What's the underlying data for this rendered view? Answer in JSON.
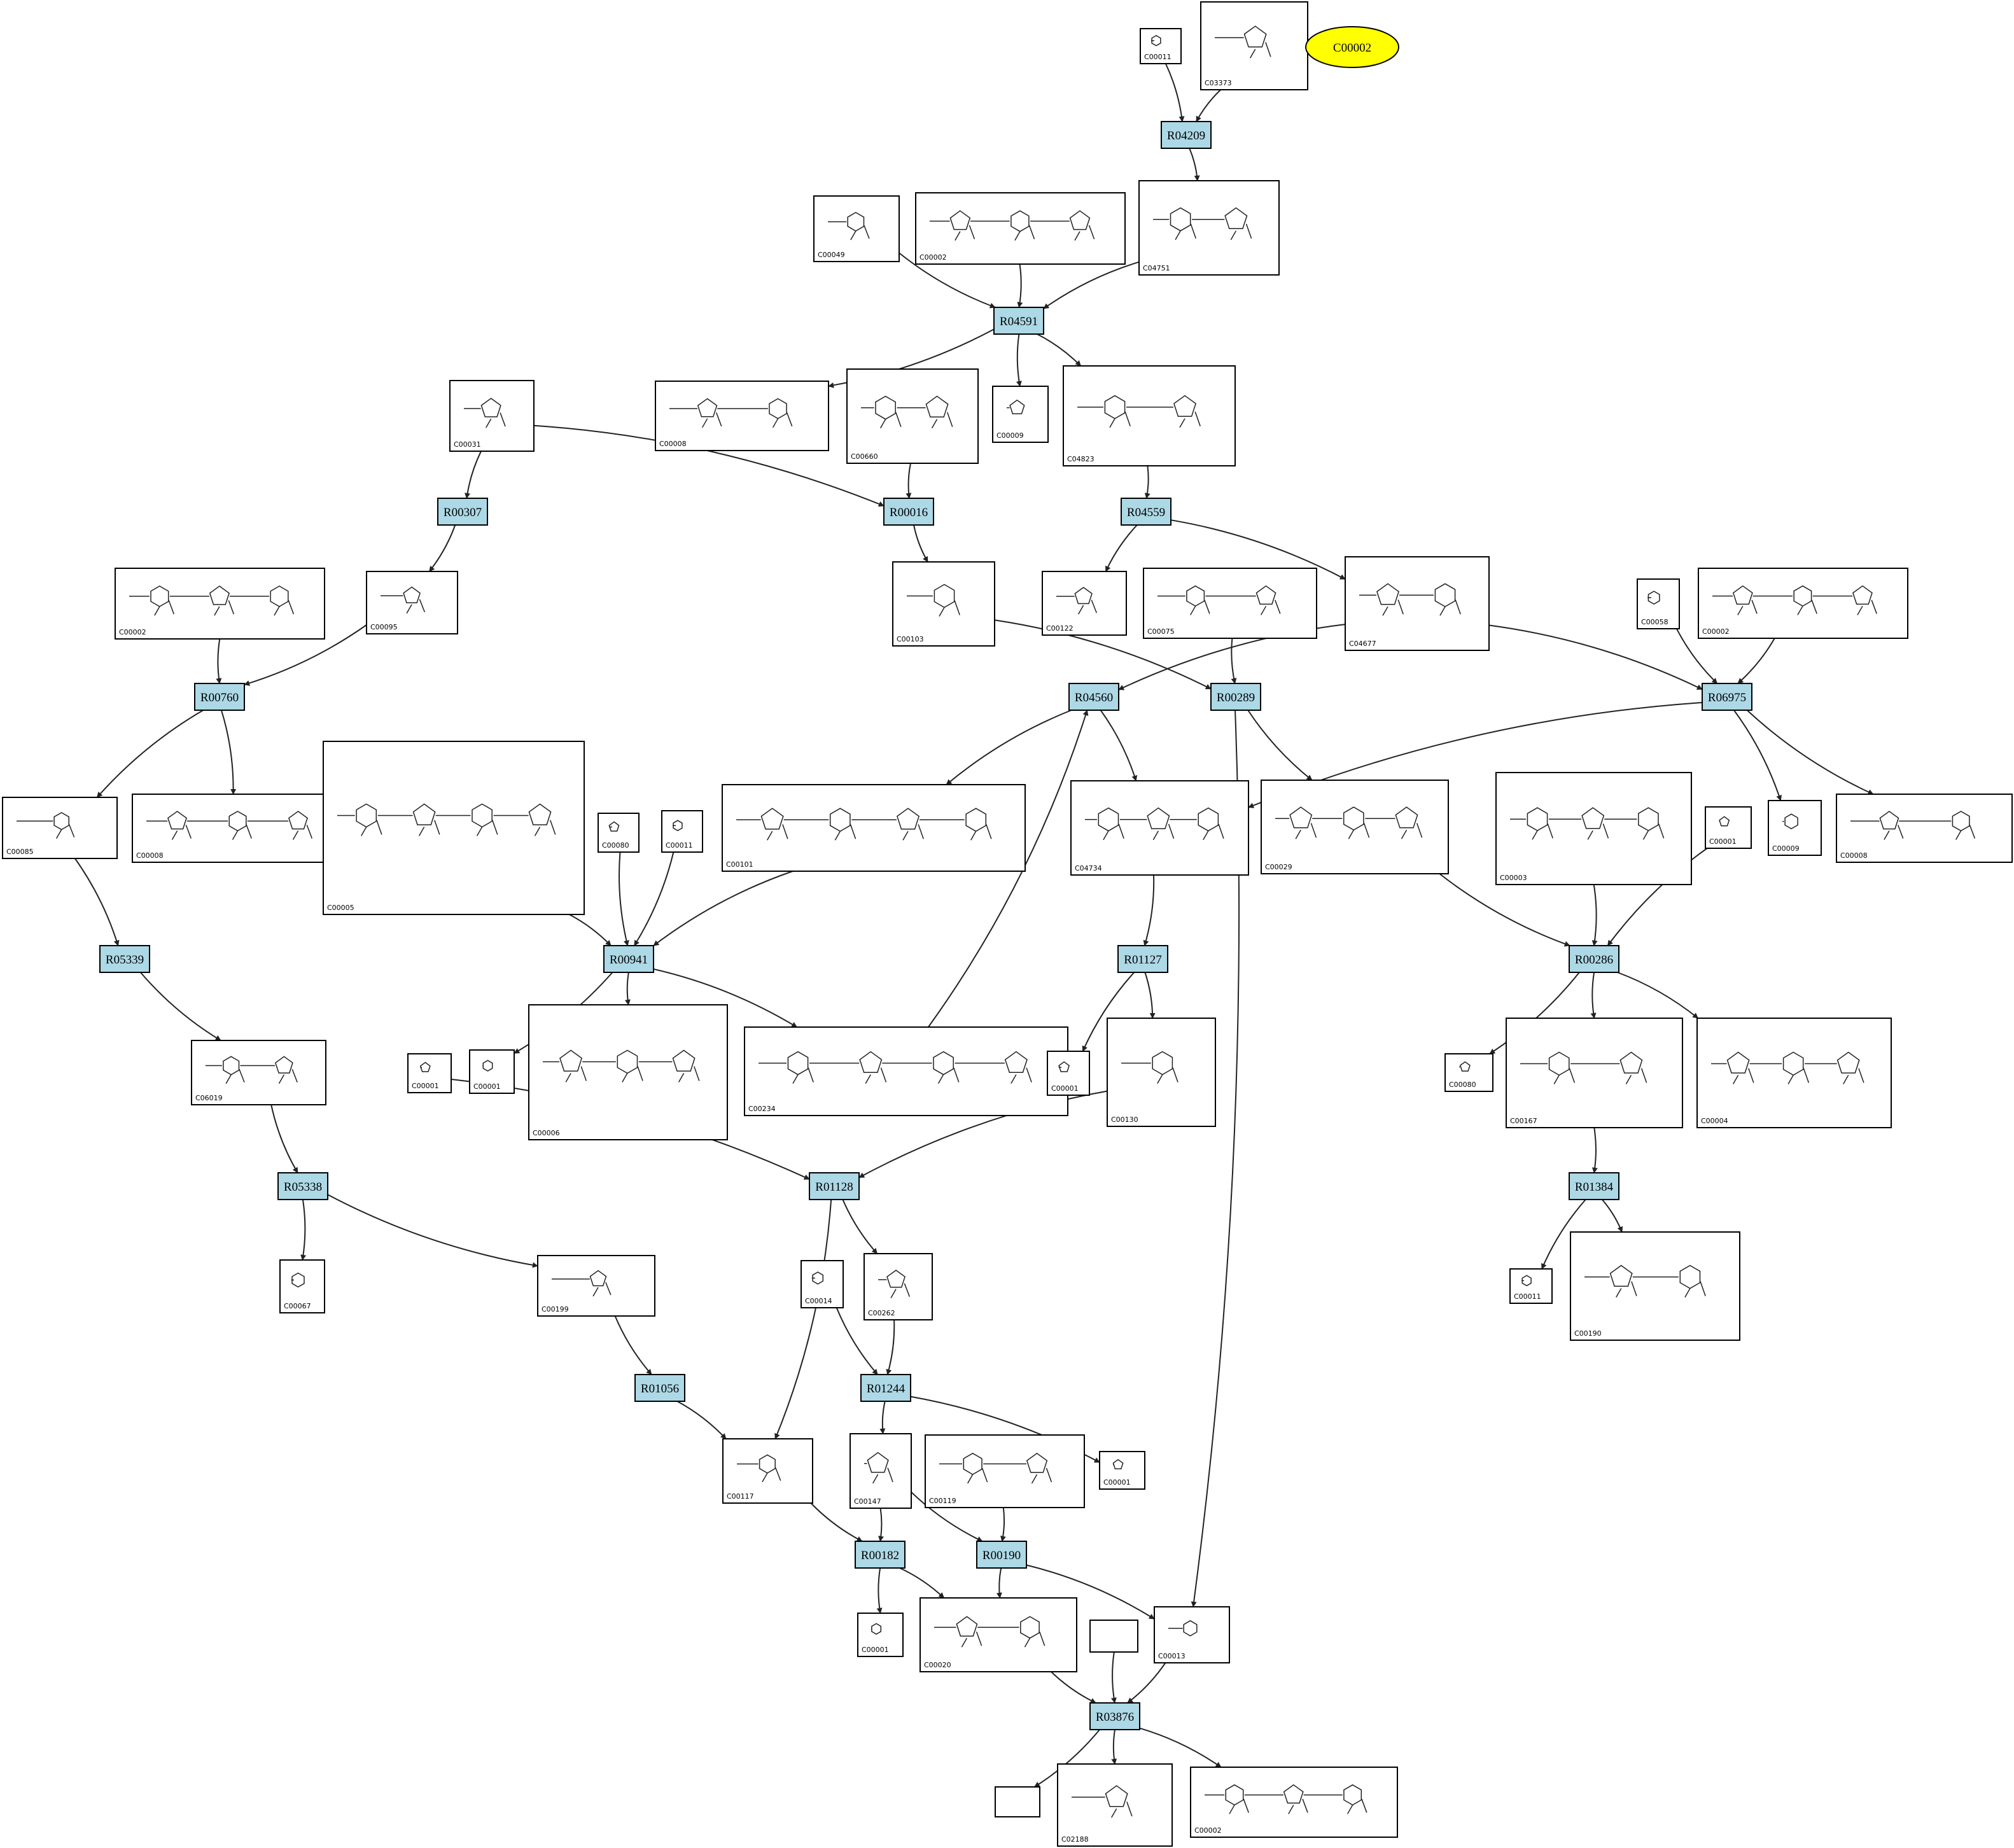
{
  "diagram": {
    "colors": {
      "reaction_fill": "#add8e6",
      "highlight_fill": "#ffff00",
      "compound_fill": "#ffffff",
      "edge": "#222222"
    },
    "highlight": {
      "id": "C00002"
    },
    "reactions": [
      "R04209",
      "R04591",
      "R00307",
      "R00016",
      "R04559",
      "R00760",
      "R04560",
      "R00289",
      "R06975",
      "R05339",
      "R00941",
      "R01127",
      "R00286",
      "R05338",
      "R01128",
      "R01384",
      "R01056",
      "R01244",
      "R00182",
      "R00190",
      "R03876"
    ],
    "compounds": [
      {
        "key": "c1",
        "label": "C00011",
        "icon": "co2-structure-icon"
      },
      {
        "key": "c2",
        "label": "C03373",
        "icon": "air-ribotide-structure-icon"
      },
      {
        "key": "c3",
        "label": "C00049",
        "icon": "aspartate-structure-icon"
      },
      {
        "key": "c4",
        "label": "C00002",
        "icon": "atp-structure-icon"
      },
      {
        "key": "c5",
        "label": "C04751",
        "icon": "cair-structure-icon"
      },
      {
        "key": "c6",
        "label": "C00008",
        "icon": "adp-structure-icon"
      },
      {
        "key": "c7",
        "label": "C00660",
        "icon": "sugar-diphosphate-structure-icon"
      },
      {
        "key": "c8",
        "label": "C00009",
        "icon": "phosphate-structure-icon"
      },
      {
        "key": "c9",
        "label": "C04823",
        "icon": "saicar-structure-icon"
      },
      {
        "key": "c10",
        "label": "C00031",
        "icon": "glucose-structure-icon"
      },
      {
        "key": "c11",
        "label": "C00103",
        "icon": "glucose-1-phosphate-structure-icon"
      },
      {
        "key": "c12",
        "label": "C00122",
        "icon": "fumarate-structure-icon"
      },
      {
        "key": "c13",
        "label": "C00075",
        "icon": "utp-structure-icon"
      },
      {
        "key": "c14",
        "label": "C04677",
        "icon": "aicar-structure-icon"
      },
      {
        "key": "c15",
        "label": "C00058",
        "icon": "formate-structure-icon"
      },
      {
        "key": "c16",
        "label": "C00002",
        "icon": "atp-structure-icon"
      },
      {
        "key": "c17",
        "label": "C00002",
        "icon": "atp-structure-icon"
      },
      {
        "key": "c18",
        "label": "C00095",
        "icon": "fructose-structure-icon"
      },
      {
        "key": "c19",
        "label": "C00085",
        "icon": "fructose-6-phosphate-structure-icon"
      },
      {
        "key": "c20",
        "label": "C00008",
        "icon": "adp-structure-icon"
      },
      {
        "key": "c21",
        "label": "C00005",
        "icon": "nadph-structure-icon"
      },
      {
        "key": "c22",
        "label": "C00080",
        "icon": "proton-structure-icon"
      },
      {
        "key": "c23",
        "label": "C00011",
        "icon": "co2-structure-icon"
      },
      {
        "key": "c24",
        "label": "C00101",
        "icon": "thf-structure-icon"
      },
      {
        "key": "c25",
        "label": "C04734",
        "icon": "faicar-structure-icon"
      },
      {
        "key": "c26",
        "label": "C00029",
        "icon": "udp-glucose-structure-icon"
      },
      {
        "key": "c27",
        "label": "C00003",
        "icon": "nad-structure-icon"
      },
      {
        "key": "c28",
        "label": "C00001",
        "icon": "water-structure-icon"
      },
      {
        "key": "c29",
        "label": "C00009",
        "icon": "phosphate-structure-icon"
      },
      {
        "key": "c30",
        "label": "C00008",
        "icon": "adp-structure-icon"
      },
      {
        "key": "c31",
        "label": "C06019",
        "icon": "ribulose-phosphate-structure-icon"
      },
      {
        "key": "c32",
        "label": "C00001",
        "icon": "water-structure-icon"
      },
      {
        "key": "c33",
        "label": "C00001",
        "icon": "water-structure-icon"
      },
      {
        "key": "c34",
        "label": "C00006",
        "icon": "nadp-structure-icon"
      },
      {
        "key": "c35",
        "label": "C00234",
        "icon": "formyl-thf-structure-icon"
      },
      {
        "key": "c36",
        "label": "C00001",
        "icon": "water-structure-icon"
      },
      {
        "key": "c37",
        "label": "C00130",
        "icon": "imp-structure-icon"
      },
      {
        "key": "c38",
        "label": "C00080",
        "icon": "proton-structure-icon"
      },
      {
        "key": "c39",
        "label": "C00167",
        "icon": "udp-glucuronate-structure-icon"
      },
      {
        "key": "c40",
        "label": "C00004",
        "icon": "nadh-structure-icon"
      },
      {
        "key": "c41",
        "label": "C00067",
        "icon": "formaldehyde-structure-icon"
      },
      {
        "key": "c42",
        "label": "C00199",
        "icon": "ribulose-5-phosphate-structure-icon"
      },
      {
        "key": "c43",
        "label": "C00014",
        "icon": "ammonia-structure-icon"
      },
      {
        "key": "c44",
        "label": "C00262",
        "icon": "hypoxanthine-structure-icon"
      },
      {
        "key": "c45",
        "label": "C00011",
        "icon": "co2-structure-icon"
      },
      {
        "key": "c46",
        "label": "C00190",
        "icon": "udp-xylose-structure-icon"
      },
      {
        "key": "c47",
        "label": "C00117",
        "icon": "ribose-5-phosphate-structure-icon"
      },
      {
        "key": "c48",
        "label": "C00147",
        "icon": "adenine-structure-icon"
      },
      {
        "key": "c49",
        "label": "C00119",
        "icon": "prpp-structure-icon"
      },
      {
        "key": "c50",
        "label": "C00001",
        "icon": "water-structure-icon"
      },
      {
        "key": "c51",
        "label": "C00001",
        "icon": "water-structure-icon"
      },
      {
        "key": "c52",
        "label": "C00020",
        "icon": "amp-structure-icon"
      },
      {
        "key": "c53",
        "label": "C00013",
        "icon": "diphosphate-structure-icon"
      },
      {
        "key": "c54",
        "label": "",
        "icon": "empty-compound-icon"
      },
      {
        "key": "c55",
        "label": "",
        "icon": "empty-compound-icon"
      },
      {
        "key": "c56",
        "label": "C02188",
        "icon": "protein-lysine-structure-icon"
      },
      {
        "key": "c57",
        "label": "C00002",
        "icon": "atp-structure-icon"
      }
    ]
  }
}
